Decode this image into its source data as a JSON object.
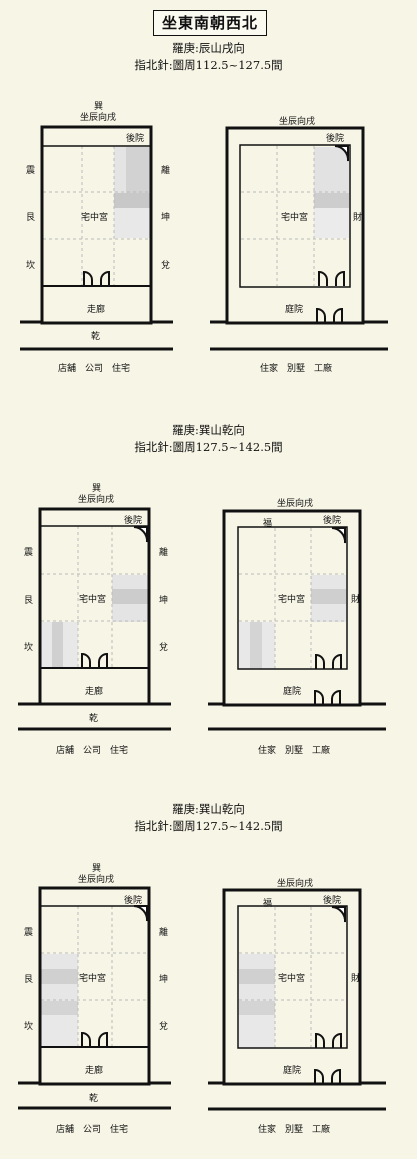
{
  "title": "坐東南朝西北",
  "sections": [
    {
      "heading": "羅庚:辰山戌向",
      "compass": "指北針:圖周112.5~127.5間",
      "left": {
        "top_label_1": "巽",
        "top_label_2": "坐辰向戌",
        "left_labels": [
          "震",
          "艮",
          "坎"
        ],
        "right_labels": [
          "離",
          "坤",
          "兌"
        ],
        "corner_label": "後院",
        "center_label": "宅中宮",
        "bottom_label": "走廊",
        "ground_label": "乾",
        "caption": "店舖　公司　住宅"
      },
      "right": {
        "top_label": "坐辰向戌",
        "corner_label": "後院",
        "center_label": "宅中宮",
        "side_label": "財",
        "bottom_label": "庭院",
        "caption": "住家　別墅　工廠"
      }
    },
    {
      "heading": "羅庚:巽山乾向",
      "compass": "指北針:圖周127.5~142.5間",
      "left": {
        "top_label_1": "巽",
        "top_label_2": "坐辰向戌",
        "left_labels": [
          "震",
          "艮",
          "坎"
        ],
        "right_labels": [
          "離",
          "坤",
          "兌"
        ],
        "corner_label": "後院",
        "center_label": "宅中宮",
        "bottom_label": "走廊",
        "ground_label": "乾",
        "caption": "店舖　公司　住宅"
      },
      "right": {
        "top_label": "坐辰向戌",
        "corner_label": "後院",
        "extra_label": "福",
        "center_label": "宅中宮",
        "side_label": "財",
        "bottom_label": "庭院",
        "caption": "住家　別墅　工廠"
      }
    },
    {
      "heading": "羅庚:巽山乾向",
      "compass": "指北針:圖周127.5~142.5間",
      "left": {
        "top_label_1": "巽",
        "top_label_2": "坐辰向戌",
        "left_labels": [
          "震",
          "艮",
          "坎"
        ],
        "right_labels": [
          "離",
          "坤",
          "兌"
        ],
        "corner_label": "後院",
        "center_label": "宅中宮",
        "bottom_label": "走廊",
        "ground_label": "乾",
        "caption": "店舖　公司　住宅"
      },
      "right": {
        "top_label": "坐辰向戌",
        "corner_label": "後院",
        "extra_label": "福",
        "center_label": "宅中宮",
        "side_label": "財",
        "bottom_label": "庭院",
        "caption": "住家　別墅　工廠"
      }
    }
  ]
}
